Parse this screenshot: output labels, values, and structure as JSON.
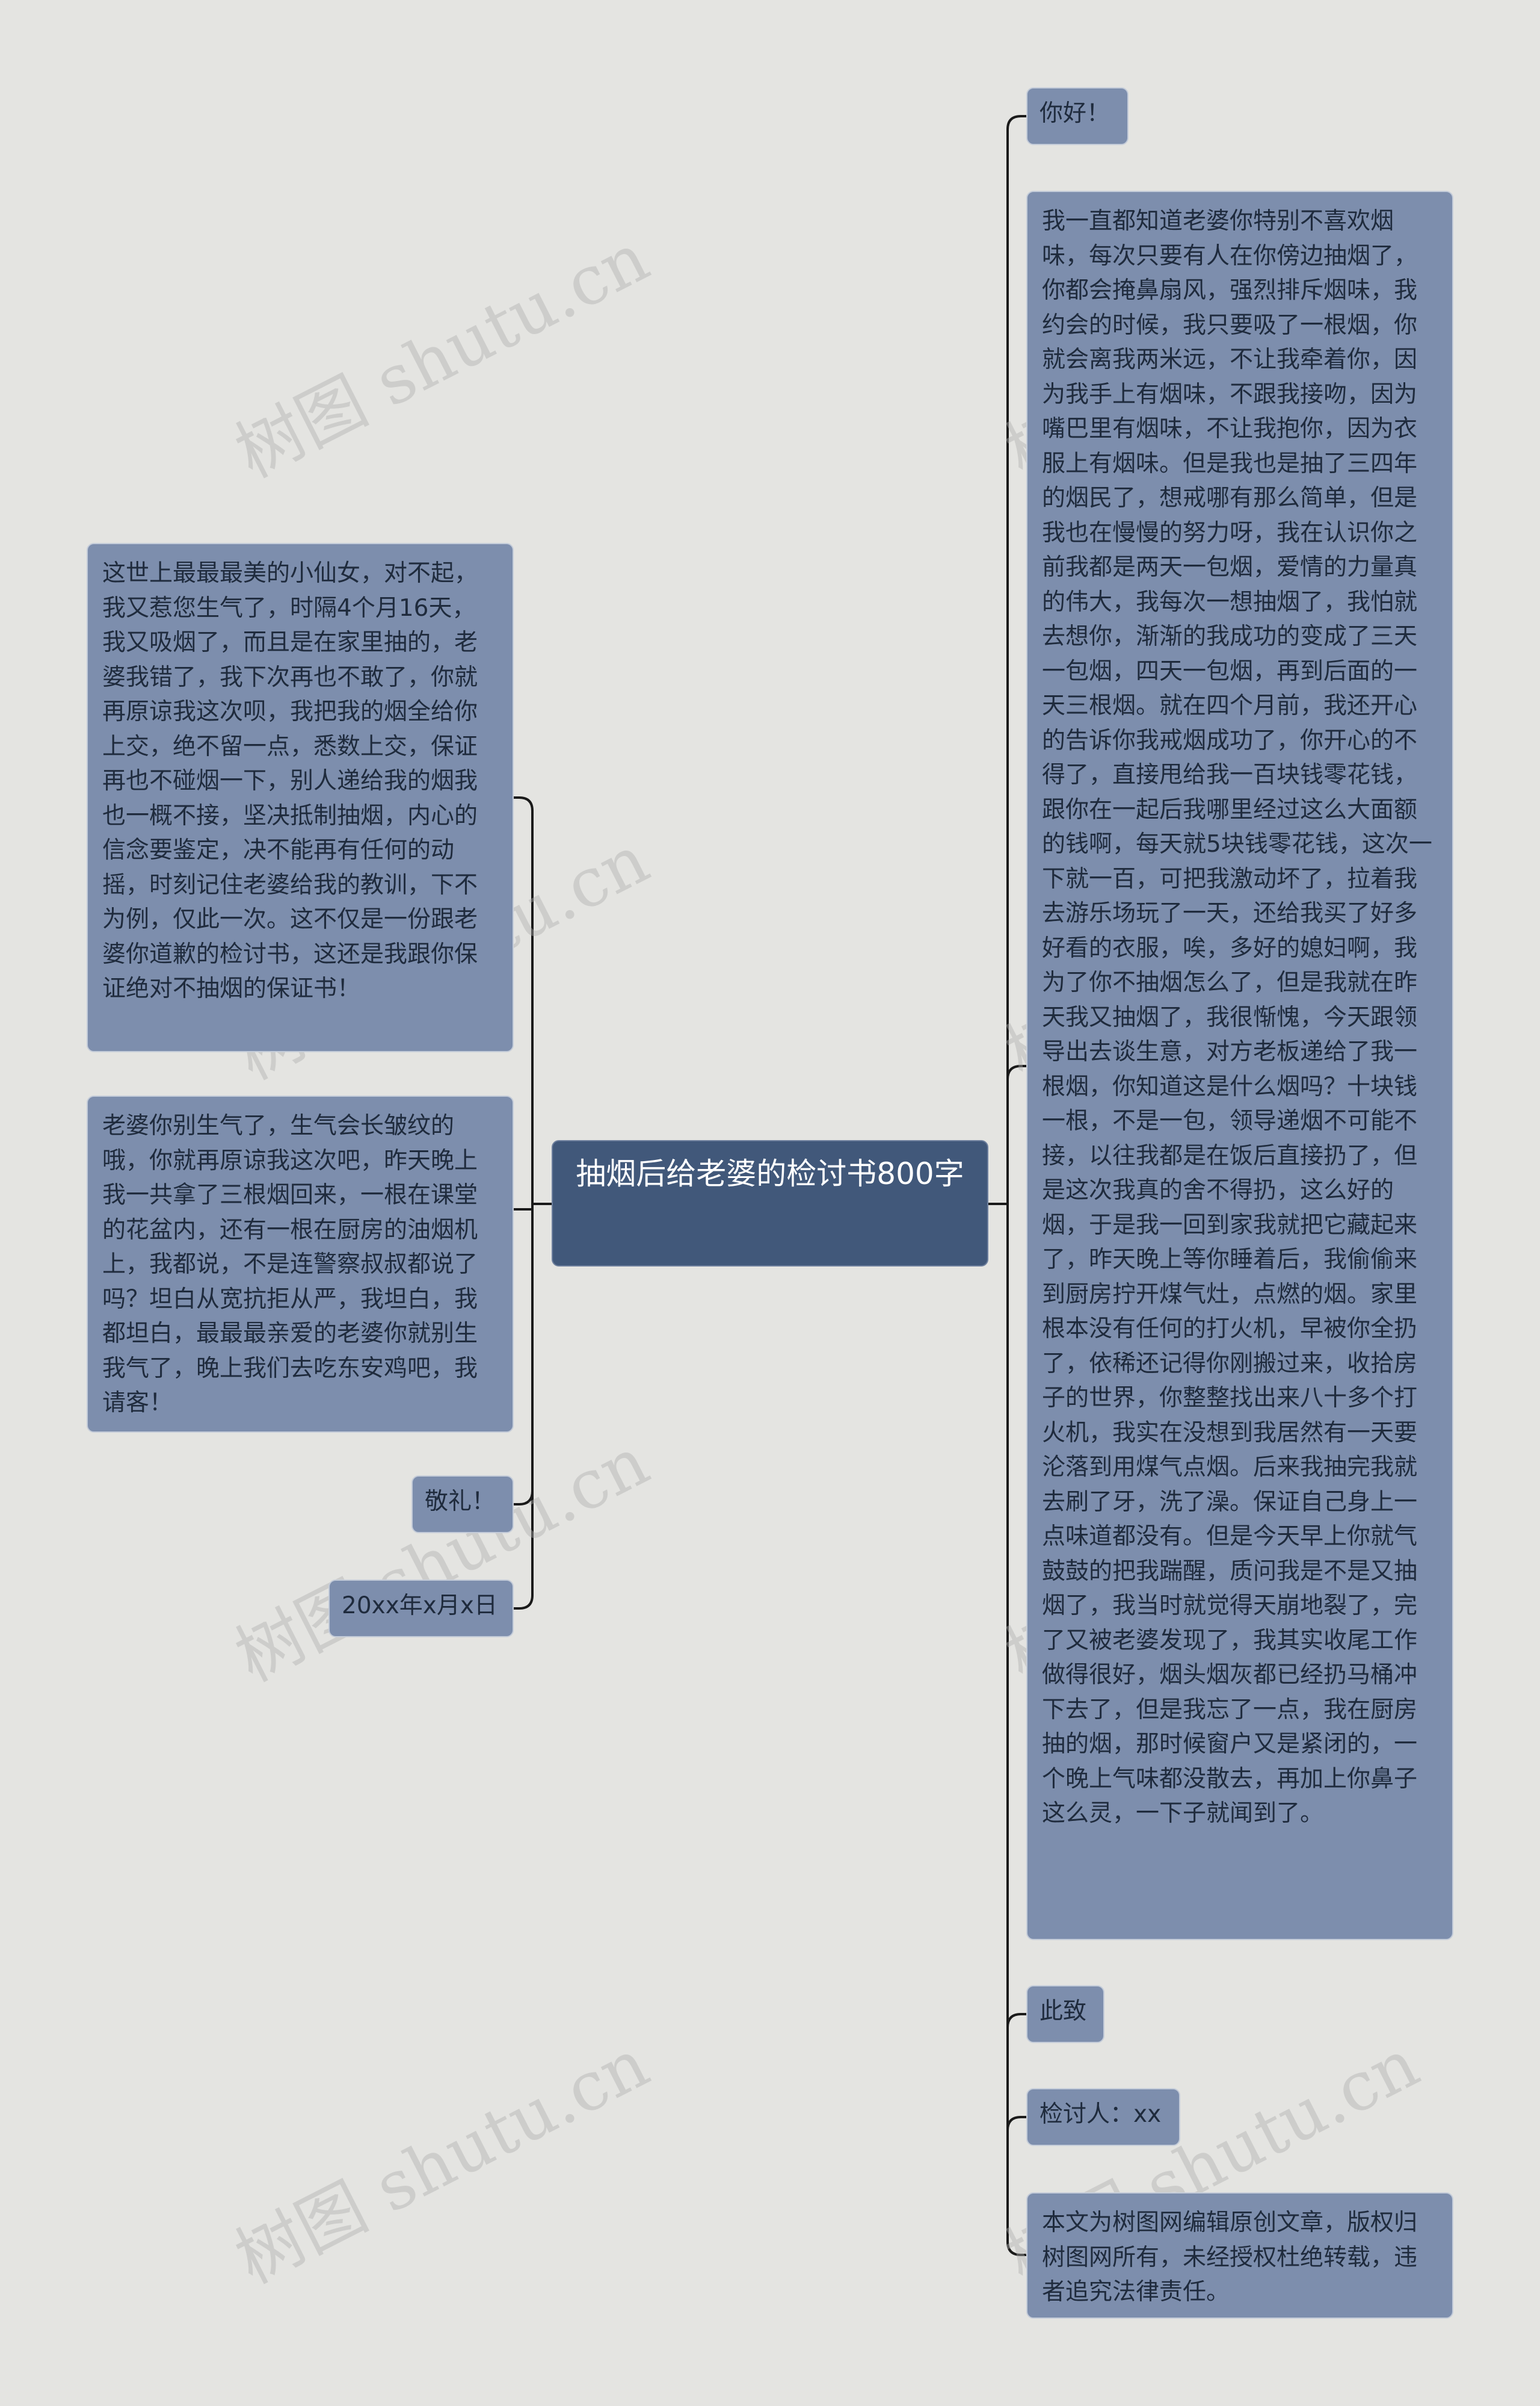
{
  "center": {
    "title": "抽烟后给老婆的检讨书800字"
  },
  "right_nodes": [
    {
      "text": "你好！"
    },
    {
      "text": "我一直都知道老婆你特别不喜欢烟味，每次只要有人在你傍边抽烟了，你都会掩鼻扇风，强烈排斥烟味，我约会的时候，我只要吸了一根烟，你就会离我两米远，不让我牵着你，因为我手上有烟味，不跟我接吻，因为嘴巴里有烟味，不让我抱你，因为衣服上有烟味。但是我也是抽了三四年的烟民了，想戒哪有那么简单，但是我也在慢慢的努力呀，我在认识你之前我都是两天一包烟，爱情的力量真的伟大，我每次一想抽烟了，我怕就去想你，渐渐的我成功的变成了三天一包烟，四天一包烟，再到后面的一天三根烟。就在四个月前，我还开心的告诉你我戒烟成功了，你开心的不得了，直接甩给我一百块钱零花钱，跟你在一起后我哪里经过这么大面额的钱啊，每天就5块钱零花钱，这次一下就一百，可把我激动坏了，拉着我去游乐场玩了一天，还给我买了好多好看的衣服，唉，多好的媳妇啊，我为了你不抽烟怎么了，但是我就在昨天我又抽烟了，我很惭愧，今天跟领导出去谈生意，对方老板递给了我一根烟，你知道这是什么烟吗？十块钱一根，不是一包，领导递烟不可能不接，以往我都是在饭后直接扔了，但是这次我真的舍不得扔，这么好的烟，于是我一回到家我就把它藏起来了，昨天晚上等你睡着后，我偷偷来到厨房拧开煤气灶，点燃的烟。家里根本没有任何的打火机，早被你全扔了，依稀还记得你刚搬过来，收拾房子的世界，你整整找出来八十多个打火机，我实在没想到我居然有一天要沦落到用煤气点烟。后来我抽完我就去刷了牙，洗了澡。保证自己身上一点味道都没有。但是今天早上你就气鼓鼓的把我踹醒，质问我是不是又抽烟了，我当时就觉得天崩地裂了，完了又被老婆发现了，我其实收尾工作做得很好，烟头烟灰都已经扔马桶冲下去了，但是我忘了一点，我在厨房抽的烟，那时候窗户又是紧闭的，一个晚上气味都没散去，再加上你鼻子这么灵，一下子就闻到了。"
    },
    {
      "text": "此致"
    },
    {
      "text": "检讨人：xx"
    },
    {
      "text": "本文为树图网编辑原创文章，版权归树图网所有，未经授权杜绝转载，违者追究法律责任。"
    }
  ],
  "left_nodes": [
    {
      "text": "这世上最最最美的小仙女，对不起，我又惹您生气了，时隔4个月16天，我又吸烟了，而且是在家里抽的，老婆我错了，我下次再也不敢了，你就再原谅我这次呗，我把我的烟全给你上交，绝不留一点，悉数上交，保证再也不碰烟一下，别人递给我的烟我也一概不接，坚决抵制抽烟，内心的信念要鉴定，决不能再有任何的动摇，时刻记住老婆给我的教训，下不为例，仅此一次。这不仅是一份跟老婆你道歉的检讨书，这还是我跟你保证绝对不抽烟的保证书！"
    },
    {
      "text": "老婆你别生气了，生气会长皱纹的哦，你就再原谅我这次吧，昨天晚上我一共拿了三根烟回来，一根在课堂的花盆内，还有一根在厨房的油烟机上，我都说，不是连警察叔叔都说了吗？坦白从宽抗拒从严，我坦白，我都坦白，最最最亲爱的老婆你就别生我气了，晚上我们去吃东安鸡吧，我请客！"
    },
    {
      "text": "敬礼！"
    },
    {
      "text": "20xx年x月x日"
    }
  ],
  "watermark": {
    "text": "树图 shutu.cn"
  },
  "colors": {
    "background": "#e4e4e1",
    "center_fill": "#41587a",
    "node_fill": "#7d8ead",
    "connector": "#1a1a1a"
  }
}
